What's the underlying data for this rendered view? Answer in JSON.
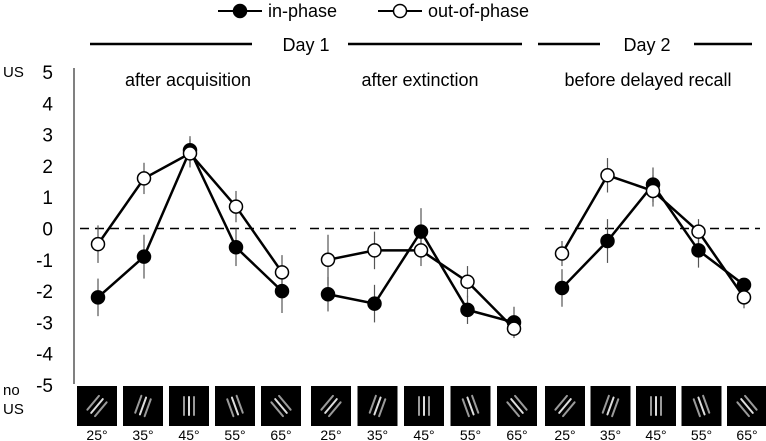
{
  "legend": {
    "in_phase": "in-phase",
    "out_of_phase": "out-of-phase"
  },
  "days": {
    "day1": "Day 1",
    "day2": "Day 2"
  },
  "yaxis": {
    "top_label": "US",
    "bottom_label_line1": "no",
    "bottom_label_line2": "US"
  },
  "colors": {
    "in_phase": "#000000",
    "out_of_phase": "#ffffff",
    "axis": "#808080",
    "reference_line": "#000000"
  },
  "chart_data": {
    "type": "line",
    "ylim": [
      -5,
      5
    ],
    "yticks": [
      "5",
      "4",
      "3",
      "2",
      "1",
      "0",
      "-1",
      "-2",
      "-3",
      "-4",
      "-5"
    ],
    "reference_line_y": 0,
    "categories": [
      "25°",
      "35°",
      "45°",
      "55°",
      "65°"
    ],
    "panels": [
      {
        "title": "after acquisition",
        "series": [
          {
            "name": "in-phase",
            "values": [
              -2.2,
              -0.9,
              2.5,
              -0.6,
              -2.0
            ],
            "errors": [
              0.6,
              0.7,
              0.45,
              0.6,
              0.7
            ]
          },
          {
            "name": "out-of-phase",
            "values": [
              -0.5,
              1.6,
              2.4,
              0.7,
              -1.4
            ],
            "errors": [
              0.6,
              0.5,
              0.45,
              0.5,
              0.55
            ]
          }
        ]
      },
      {
        "title": "after extinction",
        "series": [
          {
            "name": "in-phase",
            "values": [
              -2.1,
              -2.4,
              -0.1,
              -2.6,
              -3.0
            ],
            "errors": [
              0.55,
              0.6,
              0.75,
              0.45,
              0.5
            ]
          },
          {
            "name": "out-of-phase",
            "values": [
              -1.0,
              -0.7,
              -0.7,
              -1.7,
              -3.2
            ],
            "errors": [
              0.8,
              0.6,
              0.5,
              0.5,
              0.2
            ]
          }
        ]
      },
      {
        "title": "before delayed recall",
        "series": [
          {
            "name": "in-phase",
            "values": [
              -1.9,
              -0.4,
              1.4,
              -0.7,
              -1.8
            ],
            "errors": [
              0.6,
              0.7,
              0.55,
              0.55,
              0.2
            ]
          },
          {
            "name": "out-of-phase",
            "values": [
              -0.8,
              1.7,
              1.2,
              -0.1,
              -2.2
            ],
            "errors": [
              0.4,
              0.55,
              0.5,
              0.4,
              0.35
            ]
          }
        ]
      }
    ]
  }
}
